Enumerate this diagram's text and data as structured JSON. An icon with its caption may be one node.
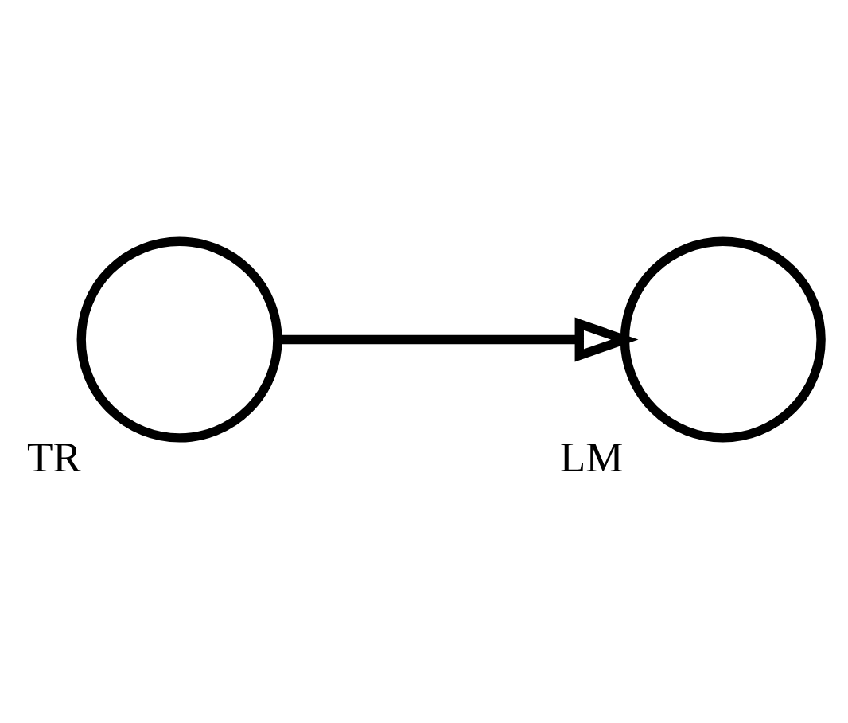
{
  "diagram": {
    "nodes": [
      {
        "text": [],
        "shape": "circle",
        "beside": [
          "TR"
        ]
      },
      {
        "text": [],
        "shape": "circle",
        "beside": [
          "LM"
        ]
      }
    ],
    "edges": [
      {
        "from": 0,
        "to": 1,
        "arrow": "to"
      }
    ]
  }
}
